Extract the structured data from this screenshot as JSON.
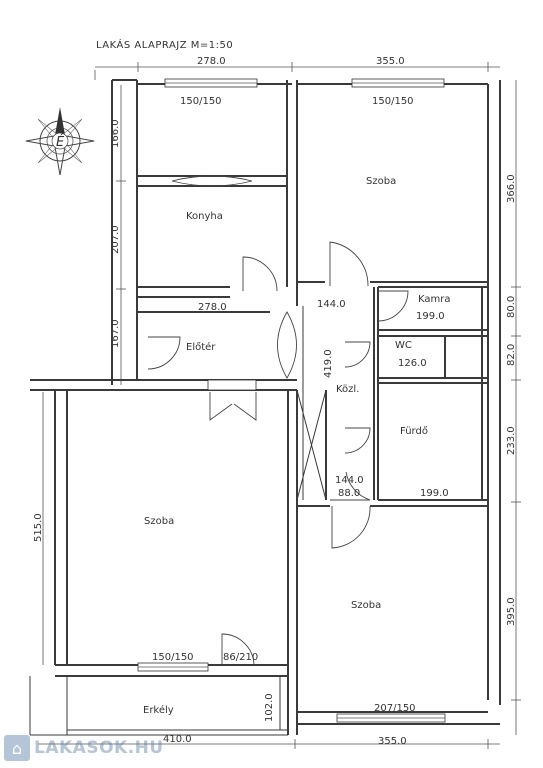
{
  "title": "LAKÁS ALAPRAJZ M=1:50",
  "compass_letter": "É",
  "rooms": {
    "szoba_top_right": "Szoba",
    "konyha": "Konyha",
    "eloter": "Előtér",
    "kamra": "Kamra",
    "wc": "WC",
    "kozl": "Közl.",
    "furdo": "Fürdő",
    "szoba_left": "Szoba",
    "szoba_bottom_right": "Szoba",
    "erkely": "Erkély"
  },
  "dimensions": {
    "top_left_width": "278.0",
    "top_right_width": "355.0",
    "kitchen_window_top": "150/150",
    "room_window_top": "150/150",
    "left_166": "166.0",
    "left_207": "207.0",
    "left_167": "167.0",
    "eloter_278": "278.0",
    "kozl_144_top": "144.0",
    "kamra_199": "199.0",
    "right_80": "80.0",
    "wc_126": "126.0",
    "right_82": "82.0",
    "kozl_419": "419.0",
    "right_366": "366.0",
    "right_233": "233.0",
    "kozl_144_bottom": "144.0",
    "kozl_88": "88.0",
    "furdo_199": "199.0",
    "left_515": "515.0",
    "right_395": "395.0",
    "bottom_window_left": "150/150",
    "door_86_210": "86/210",
    "erkely_102": "102.0",
    "bottom_window_right": "207/150",
    "bottom_left_width": "410.0",
    "bottom_right_width": "355.0"
  },
  "watermark": {
    "text": "LAKASOK.HU",
    "icon": "house-icon"
  }
}
